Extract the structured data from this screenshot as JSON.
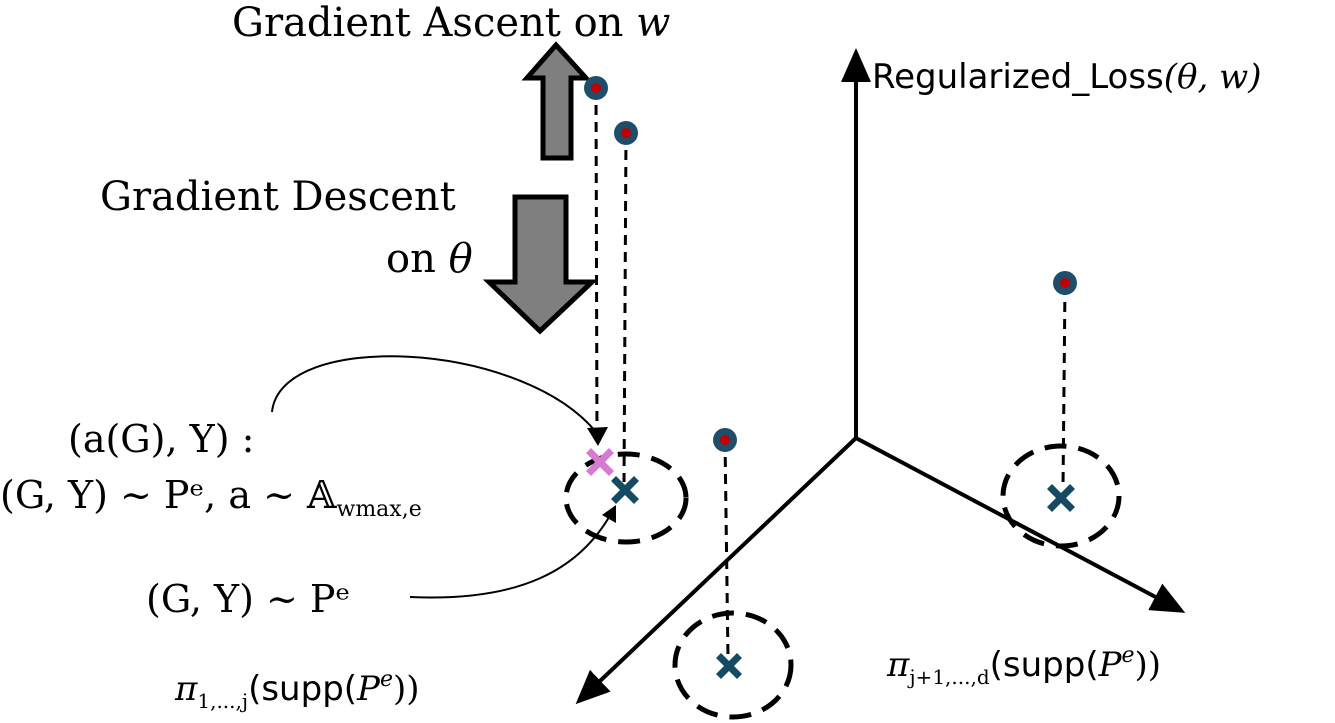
{
  "labels": {
    "ascent_prefix": "Gradient Ascent on ",
    "ascent_var": "w",
    "descent_line1": "Gradient Descent",
    "descent_line2_prefix": "on ",
    "descent_var": "θ",
    "zaxis_name": "Regularized_Loss",
    "zaxis_args": "(θ, w)",
    "aug_line1": "(a(G), Y) :",
    "aug_line2": "(G, Y) ~ Pᵉ, a ~ 𝔸",
    "aug_line2_sub": "wmax,e",
    "orig_label": "(G, Y) ~ Pᵉ",
    "axis1_pi": "π",
    "axis1_sub": "1,...,j",
    "axis1_supp": "(supp(",
    "axis1_p": "P",
    "axis1_e": "e",
    "axis1_close": "))",
    "axis2_pi": "π",
    "axis2_sub": "j+1,...,d",
    "axis2_supp": "(supp(",
    "axis2_p": "P",
    "axis2_e": "e",
    "axis2_close": "))"
  },
  "colors": {
    "arrow_fill": "#7f7f7f",
    "point_outer": "#1f4e6b",
    "point_inner": "#c00000",
    "cross_dark": "#154a63",
    "cross_pink": "#d97ad2",
    "line": "#000000"
  }
}
